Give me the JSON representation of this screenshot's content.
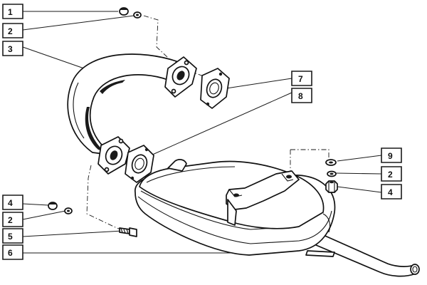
{
  "callouts": [
    {
      "id": "c1",
      "label": "1"
    },
    {
      "id": "c2a",
      "label": "2"
    },
    {
      "id": "c3",
      "label": "3"
    },
    {
      "id": "c4a",
      "label": "4"
    },
    {
      "id": "c2b",
      "label": "2"
    },
    {
      "id": "c5",
      "label": "5"
    },
    {
      "id": "c6",
      "label": "6"
    },
    {
      "id": "c7",
      "label": "7"
    },
    {
      "id": "c8",
      "label": "8"
    },
    {
      "id": "c9",
      "label": "9"
    },
    {
      "id": "c2c",
      "label": "2"
    },
    {
      "id": "c4b",
      "label": "4"
    }
  ]
}
